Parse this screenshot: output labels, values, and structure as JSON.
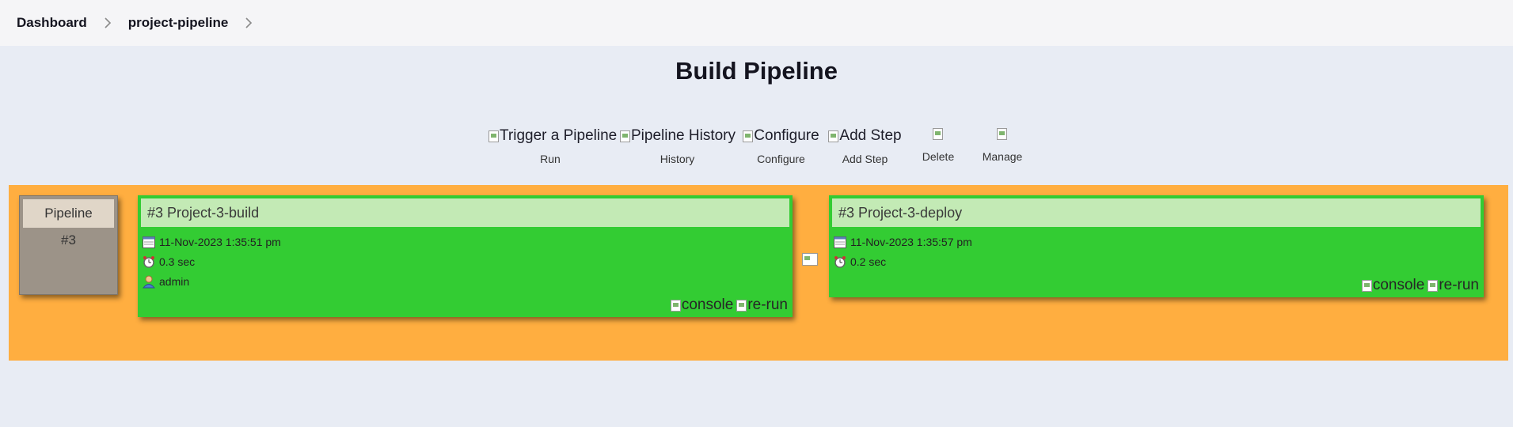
{
  "breadcrumb": {
    "items": [
      "Dashboard",
      "project-pipeline"
    ]
  },
  "page": {
    "title": "Build Pipeline"
  },
  "toolbar": {
    "items": [
      {
        "alt": "Trigger a Pipeline",
        "label": "Run",
        "icon": "broken-image-icon"
      },
      {
        "alt": "Pipeline History",
        "label": "History",
        "icon": "broken-image-icon"
      },
      {
        "alt": "Configure",
        "label": "Configure",
        "icon": "broken-image-icon"
      },
      {
        "alt": "Add Step",
        "label": "Add Step",
        "icon": "broken-image-icon"
      },
      {
        "alt": "",
        "label": "Delete",
        "icon": "broken-image-icon"
      },
      {
        "alt": "",
        "label": "Manage",
        "icon": "broken-image-icon"
      }
    ]
  },
  "pipeline": {
    "label": "Pipeline",
    "number": "#3",
    "band_color": "#ffae40",
    "builds": [
      {
        "title": "#3 Project-3-build",
        "date": "11-Nov-2023 1:35:51 pm",
        "duration": "0.3 sec",
        "user": "admin",
        "status_color": "#33cc33",
        "actions": [
          "console",
          "re-run"
        ]
      },
      {
        "title": "#3 Project-3-deploy",
        "date": "11-Nov-2023 1:35:57 pm",
        "duration": "0.2 sec",
        "status_color": "#33cc33",
        "actions": [
          "console",
          "re-run"
        ]
      }
    ]
  },
  "colors": {
    "page_bg": "#e8ecf4",
    "breadcrumb_bg": "#f5f5f7",
    "success": "#33cc33",
    "card_title_bg": "#c3eab5",
    "pipeline_header_bg": "#9c9388"
  }
}
